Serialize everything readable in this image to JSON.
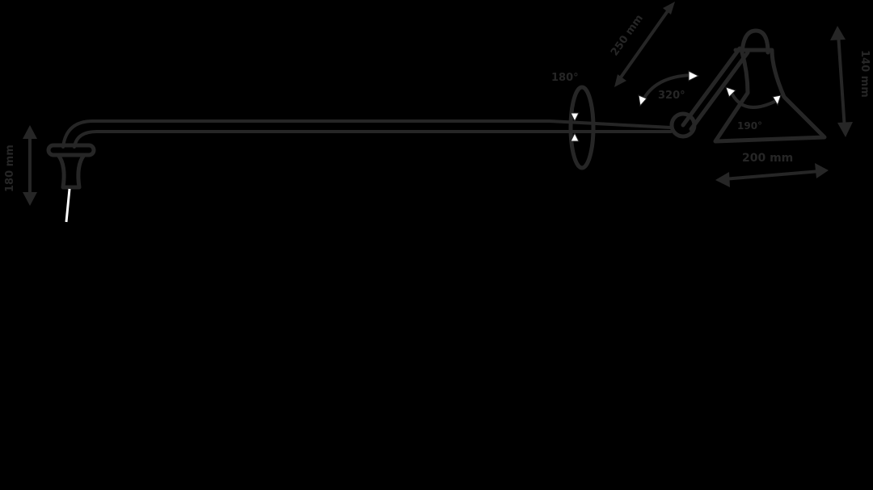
{
  "diagram": {
    "subject": "wall lamp with swing arm",
    "colors": {
      "background": "#000000",
      "line": "#262626",
      "arrowhead": "#ffffff"
    },
    "labels": {
      "mount_height": "180 mm",
      "arm_rotation": "180°",
      "upper_arm_length": "250 mm",
      "elbow_angle": "320°",
      "shade_angle": "190°",
      "shade_height": "140 mm",
      "shade_width": "200 mm"
    }
  }
}
